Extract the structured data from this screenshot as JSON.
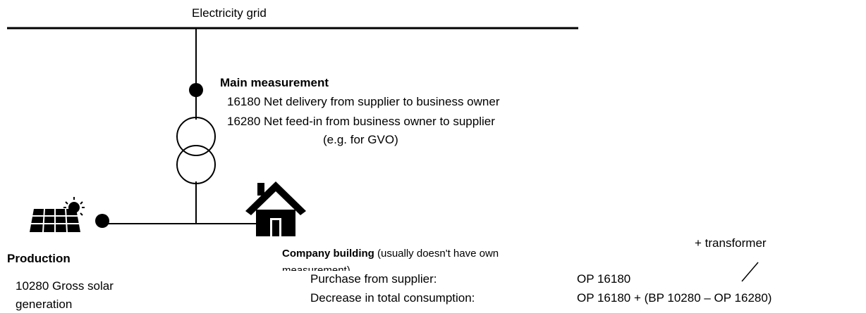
{
  "grid": {
    "label": "Electricity grid"
  },
  "main_measurement": {
    "title": "Main measurement",
    "lines": [
      "16180 Net delivery from supplier to business owner",
      "16280 Net feed-in from business owner to supplier",
      "(e.g. for GVO)"
    ]
  },
  "production": {
    "title": "Production",
    "lines": [
      "10280 Gross solar",
      "generation"
    ]
  },
  "company_building": {
    "title": "Company building",
    "subtitle": "(usually doesn't have own",
    "subtitle_cut": "measurement)"
  },
  "formulas": {
    "purchase_label": "Purchase from supplier:",
    "purchase_value": "OP 16180",
    "decrease_label": "Decrease in total consumption:",
    "decrease_value": "OP 16180 + (BP 10280 – OP 16280)"
  },
  "annotation": {
    "label": "+ transformer"
  },
  "icons": [
    "solar-panel-icon",
    "sun-icon",
    "house-icon",
    "transformer-symbol"
  ]
}
